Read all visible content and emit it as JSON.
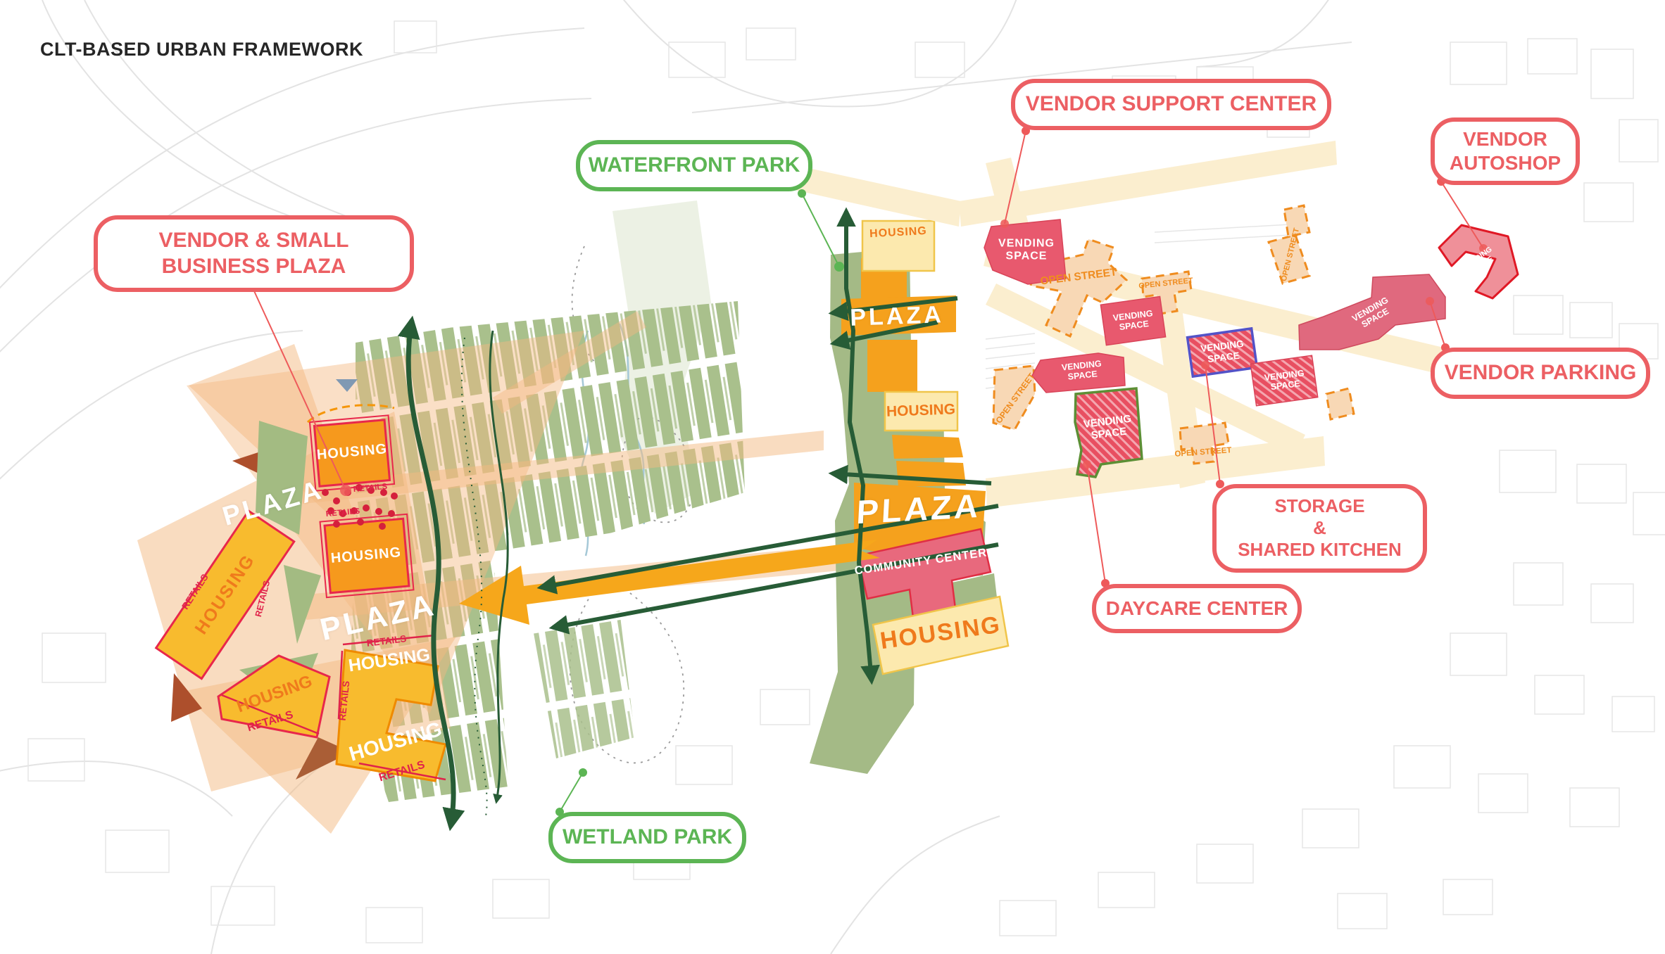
{
  "title": "CLT-BASED URBAN FRAMEWORK",
  "callouts": {
    "vendor_plaza": "VENDOR & SMALL BUSINESS PLAZA",
    "waterfront_park": "WATERFRONT PARK",
    "wetland_park": "WETLAND PARK",
    "vendor_support": "VENDOR SUPPORT CENTER",
    "vendor_autoshop": "VENDOR AUTOSHOP",
    "vendor_parking": "VENDOR PARKING",
    "storage_line1": "STORAGE",
    "storage_line2": "&",
    "storage_line3": "SHARED KITCHEN",
    "daycare": "DAYCARE CENTER"
  },
  "map_labels": {
    "plaza": "PLAZA",
    "housing": "HOUSING",
    "retails": "RETAILS",
    "vending": "VENDING",
    "space": "SPACE",
    "open_street": "OPEN STREET",
    "community_center": "COMMUNITY CENTER"
  },
  "colors": {
    "callout_red": "#ec5f63",
    "callout_green": "#5cb554",
    "housing_orange": "#f6991d",
    "housing_yellow": "#f8bb2e",
    "cream_block": "#fce9ae",
    "vending_rose": "#e8596e",
    "open_street_orange": "#ef8c1f",
    "park_sage": "#a9c08c",
    "strip_sage": "#a4ba86",
    "plaza_peach": "#f3b981",
    "arrow_yellow": "#f6a71b",
    "flow_green": "#275c36",
    "retail_red": "#e0234a"
  }
}
